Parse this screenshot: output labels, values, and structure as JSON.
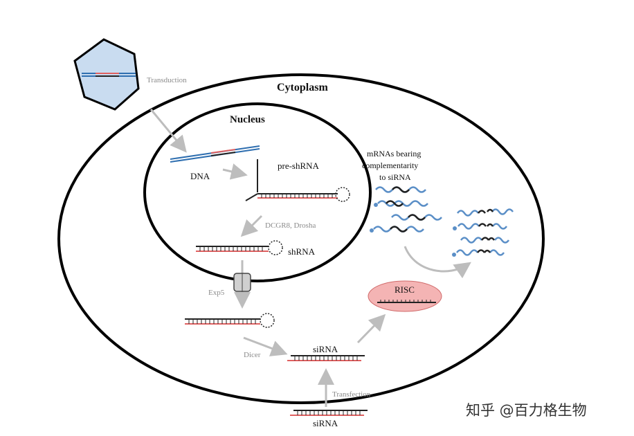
{
  "labels": {
    "transduction": "Transduction",
    "cytoplasm": "Cytoplasm",
    "nucleus": "Nucleus",
    "dna": "DNA",
    "pre_shrna": "pre-shRNA",
    "dcgr8": "DCGR8, Drosha",
    "shrna": "shRNA",
    "exp5": "Exp5",
    "mrna_line1": "mRNAs bearing",
    "mrna_line2": "complementarity",
    "mrna_line3": "to siRNA",
    "risc": "RISC",
    "dicer": "Dicer",
    "sirna_inner": "siRNA",
    "transfection": "Transfection",
    "sirna_outer": "siRNA"
  },
  "watermark": "知乎 @百力格生物",
  "colors": {
    "outline": "#000000",
    "arrow": "#bdbdbd",
    "rna_red": "#e06060",
    "dna_blue": "#2f6fb0",
    "mrna_blue": "#5b8fc7",
    "risc_fill": "#f4b4b4",
    "hexagon_fill": "#c9dcf0",
    "pore_fill": "#d0d0d0"
  }
}
